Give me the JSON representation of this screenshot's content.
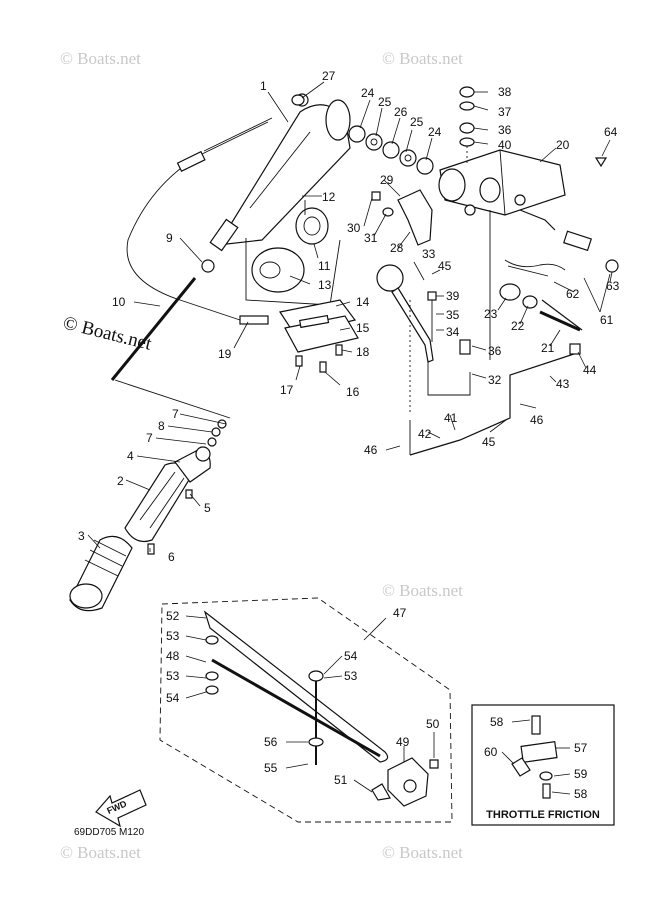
{
  "watermarks": {
    "tile": "© Boats.net",
    "main": "© Boats.net"
  },
  "diagram_code": "69DD705 M120",
  "inset_title": "THROTTLE FRICTION",
  "fwd_label": "FWD",
  "callouts": {
    "p1": "1",
    "p2": "2",
    "p3": "3",
    "p4": "4",
    "p5": "5",
    "p6": "6",
    "p7a": "7",
    "p7b": "7",
    "p8": "8",
    "p9": "9",
    "p10": "10",
    "p11": "11",
    "p12": "12",
    "p13": "13",
    "p14": "14",
    "p15": "15",
    "p16": "16",
    "p17": "17",
    "p18": "18",
    "p19": "19",
    "p20": "20",
    "p21": "21",
    "p22": "22",
    "p23": "23",
    "p24a": "24",
    "p24b": "24",
    "p25a": "25",
    "p25b": "25",
    "p26": "26",
    "p27": "27",
    "p28": "28",
    "p29": "29",
    "p30": "30",
    "p31": "31",
    "p32": "32",
    "p33": "33",
    "p34": "34",
    "p35": "35",
    "p36a": "36",
    "p36b": "36",
    "p37": "37",
    "p38": "38",
    "p39": "39",
    "p40": "40",
    "p41": "41",
    "p42": "42",
    "p43": "43",
    "p44": "44",
    "p45a": "45",
    "p45b": "45",
    "p46a": "46",
    "p46b": "46",
    "p47": "47",
    "p48": "48",
    "p49": "49",
    "p50": "50",
    "p51": "51",
    "p52": "52",
    "p53a": "53",
    "p53b": "53",
    "p53c": "53",
    "p54a": "54",
    "p54b": "54",
    "p55": "55",
    "p56": "56",
    "p57": "57",
    "p58a": "58",
    "p58b": "58",
    "p59": "59",
    "p60": "60",
    "p61": "61",
    "p62": "62",
    "p63": "63",
    "p64": "64"
  }
}
